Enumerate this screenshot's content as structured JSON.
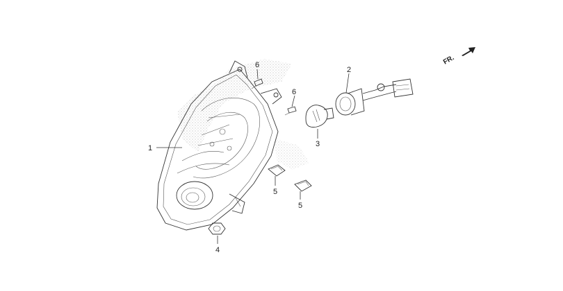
{
  "diagram": {
    "direction_label": "FR.",
    "callouts": [
      {
        "id": "headlight",
        "number": "1"
      },
      {
        "id": "socket",
        "number": "2"
      },
      {
        "id": "bulb",
        "number": "3"
      },
      {
        "id": "nut",
        "number": "4"
      },
      {
        "id": "clip-a",
        "number": "5"
      },
      {
        "id": "clip-b",
        "number": "5"
      },
      {
        "id": "screw-a",
        "number": "6"
      },
      {
        "id": "screw-b",
        "number": "6"
      }
    ],
    "colors": {
      "line": "#333333",
      "stipple": "#9a9a9a",
      "background": "#ffffff"
    }
  }
}
